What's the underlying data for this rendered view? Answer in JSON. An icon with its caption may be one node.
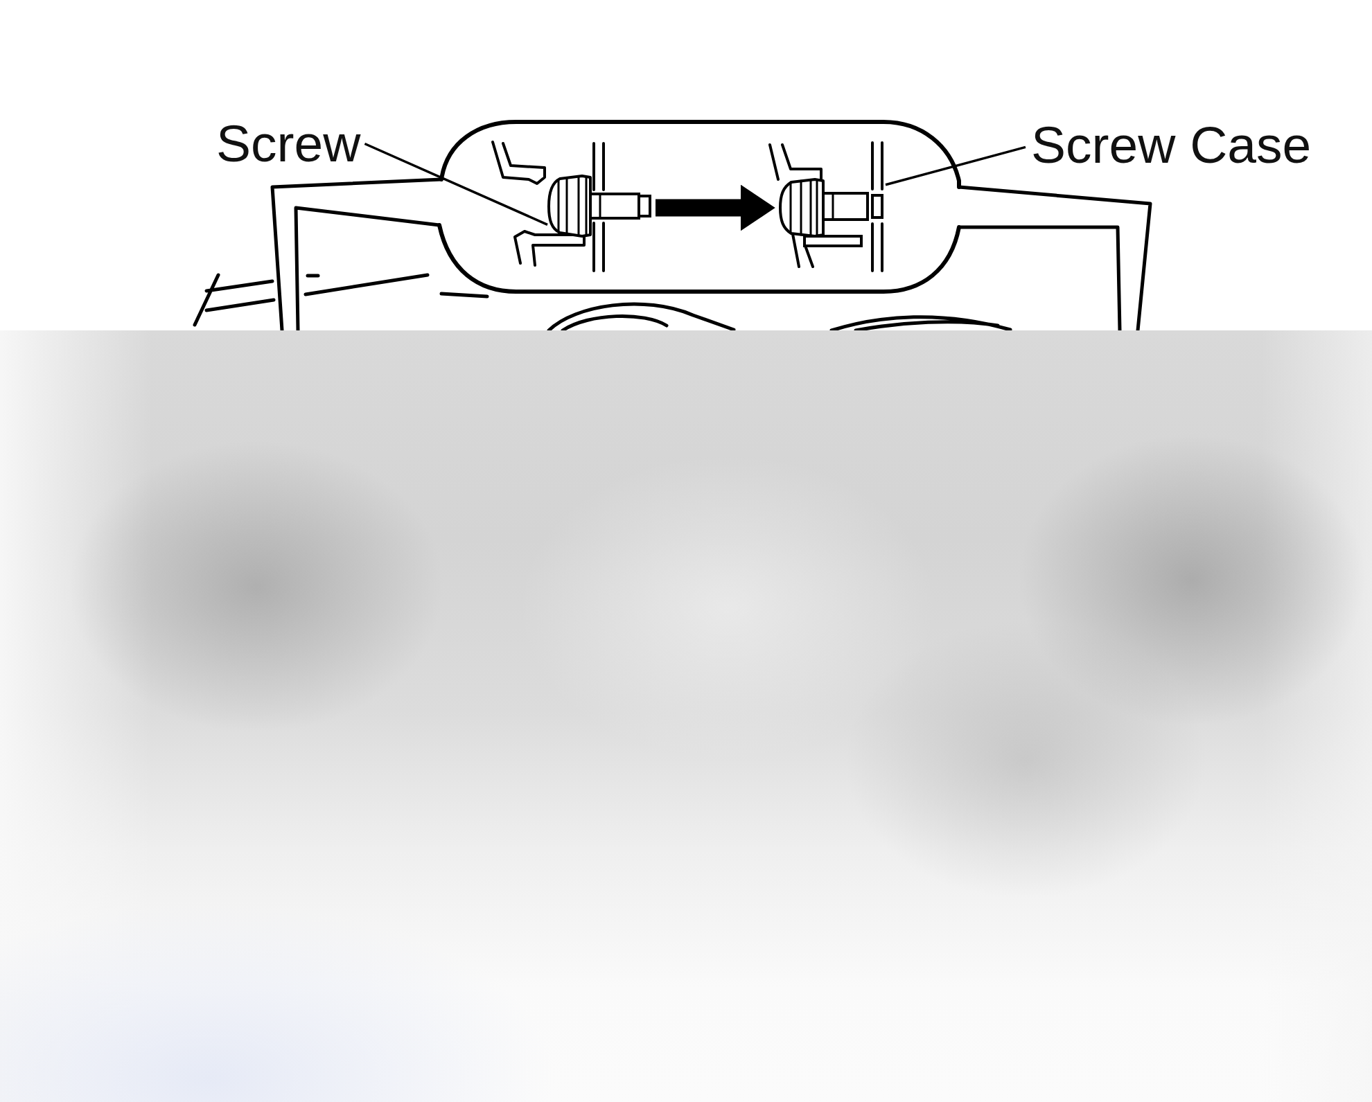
{
  "diagram": {
    "nodes": [
      {
        "text": [
          "Screw"
        ]
      },
      {
        "text": [],
        "shape": "picture"
      },
      {
        "text": [],
        "shape": "picture"
      },
      {
        "text": [
          "Screw Case"
        ]
      },
      {
        "text": [],
        "shape": "bar"
      }
    ],
    "edges": [
      {
        "from": 0,
        "to": 1,
        "arrow": "none"
      },
      {
        "from": 1,
        "to": 2,
        "arrow": "to",
        "style": "thick"
      },
      {
        "from": 3,
        "to": 4,
        "arrow": "none"
      }
    ]
  }
}
